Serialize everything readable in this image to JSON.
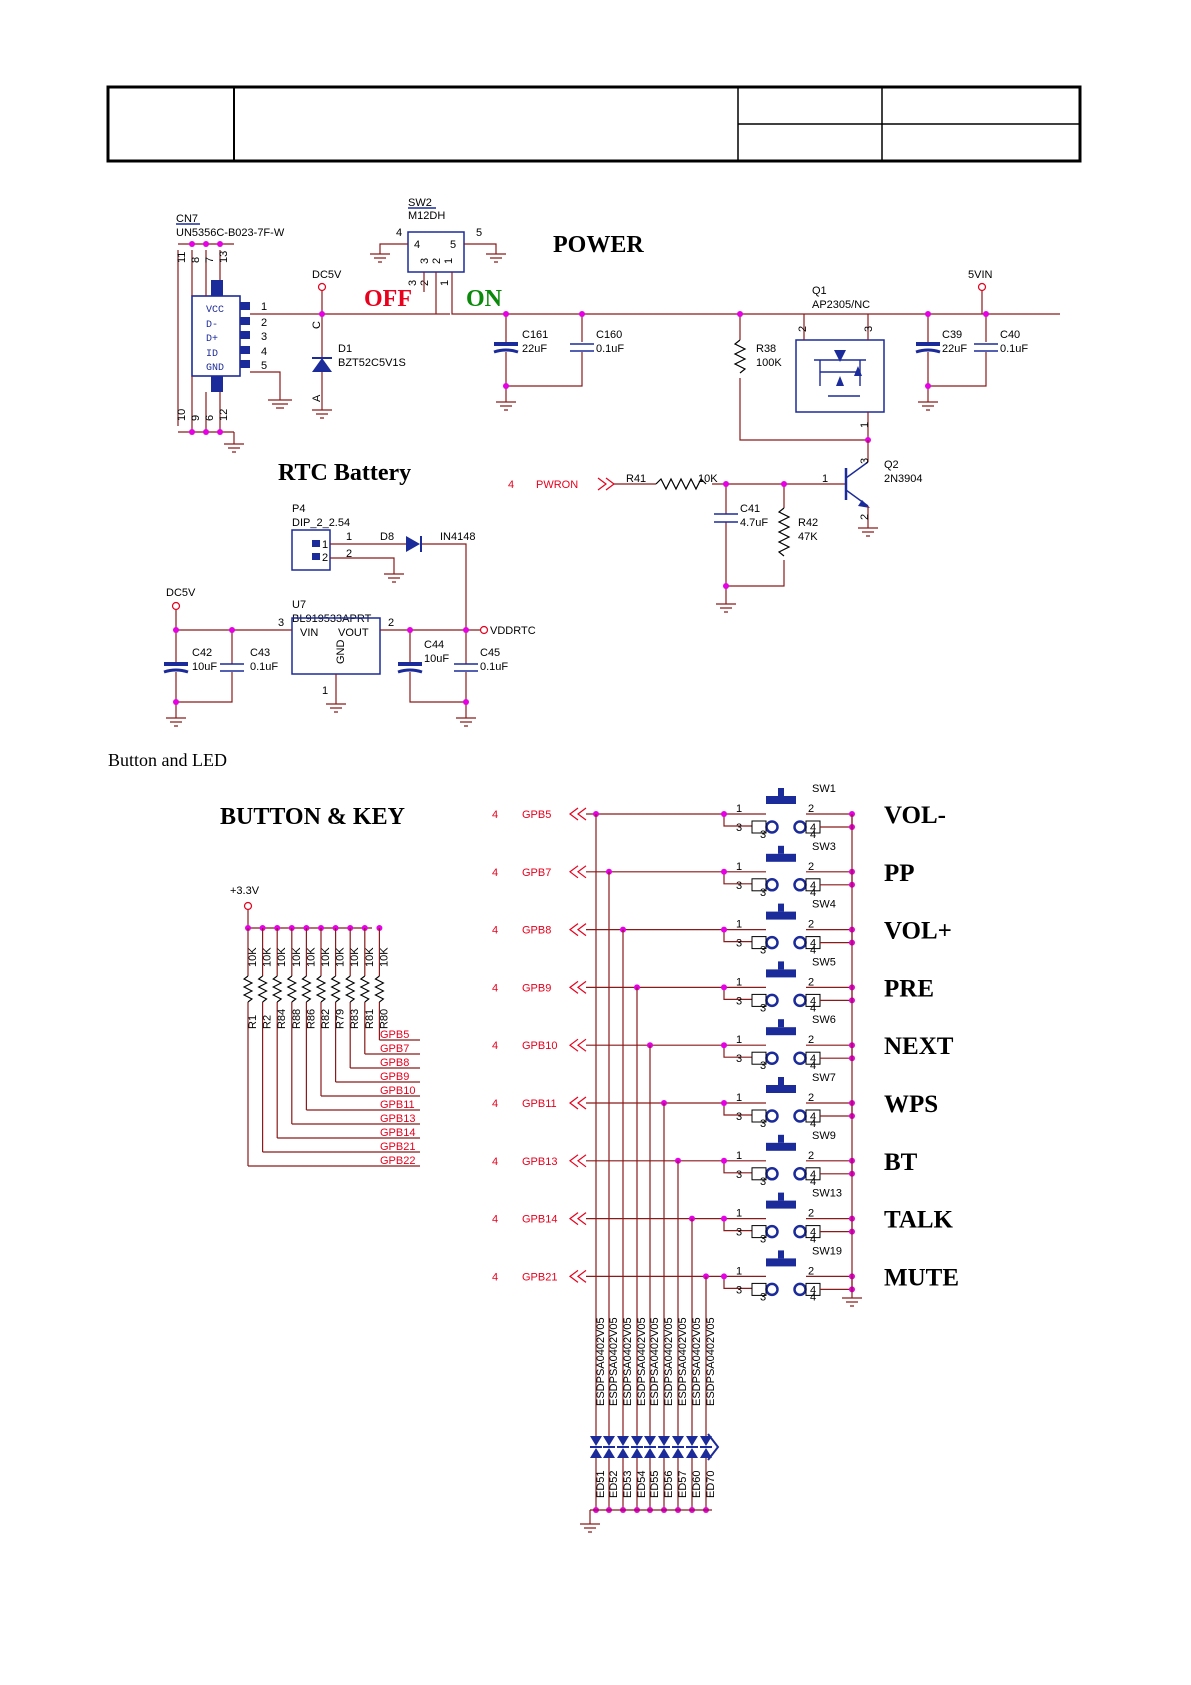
{
  "header_box": {
    "cells": [
      "",
      "",
      "",
      "",
      "",
      ""
    ]
  },
  "power": {
    "title": "POWER",
    "off_label": "OFF",
    "on_label": "ON",
    "cn7": {
      "ref": "CN7",
      "part": "UN5356C-B023-7F-W",
      "pins_top": [
        "11",
        "8",
        "7",
        "13"
      ],
      "pins_bottom": [
        "10",
        "9",
        "6",
        "12"
      ],
      "pin_labels": [
        "VCC",
        "D-",
        "D+",
        "ID",
        "GND"
      ],
      "pin_nums": [
        "1",
        "2",
        "3",
        "4",
        "5"
      ]
    },
    "sw2": {
      "ref": "SW2",
      "part": "M12DH",
      "pins": [
        "4",
        "5",
        "4",
        "5",
        "3",
        "2",
        "1",
        "3",
        "2",
        "1"
      ]
    },
    "dc5v": "DC5V",
    "d1": {
      "ref": "D1",
      "part": "BZT52C5V1S",
      "c": "C",
      "a": "A"
    },
    "c161": {
      "ref": "C161",
      "val": "22uF"
    },
    "c160": {
      "ref": "C160",
      "val": "0.1uF"
    },
    "r38": {
      "ref": "R38",
      "val": "100K"
    },
    "q1": {
      "ref": "Q1",
      "part": "AP2305/NC",
      "pins": [
        "2",
        "3",
        "1"
      ]
    },
    "vin5": "5VIN",
    "c39": {
      "ref": "C39",
      "val": "22uF"
    },
    "c40": {
      "ref": "C40",
      "val": "0.1uF"
    },
    "pwron": {
      "num": "4",
      "net": "PWRON"
    },
    "r41": {
      "ref": "R41",
      "val": "10K"
    },
    "q2": {
      "ref": "Q2",
      "part": "2N3904",
      "pins": [
        "3",
        "1",
        "2"
      ]
    },
    "c41": {
      "ref": "C41",
      "val": "4.7uF"
    },
    "r42": {
      "ref": "R42",
      "val": "47K"
    }
  },
  "rtc": {
    "title": "RTC Battery",
    "p4": {
      "ref": "P4",
      "part": "DIP_2_2.54",
      "pins": [
        "1",
        "2",
        "1",
        "2"
      ]
    },
    "d8": {
      "ref": "D8",
      "part": "IN4148"
    },
    "dc5v": "DC5V",
    "u7": {
      "ref": "U7",
      "part": "BL919533APRT",
      "vin": "VIN",
      "vout": "VOUT",
      "gnd": "GND",
      "pins": [
        "3",
        "2",
        "1"
      ]
    },
    "vddrtc": "VDDRTC",
    "c42": {
      "ref": "C42",
      "val": "10uF"
    },
    "c43": {
      "ref": "C43",
      "val": "0.1uF"
    },
    "c44": {
      "ref": "C44",
      "val": "10uF"
    },
    "c45": {
      "ref": "C45",
      "val": "0.1uF"
    }
  },
  "section_label": "Button and LED",
  "buttons": {
    "title": "BUTTON & KEY",
    "supply": "+3.3V",
    "resistor_val": "10K",
    "resistors": [
      "R1",
      "R2",
      "R84",
      "R88",
      "R86",
      "R82",
      "R79",
      "R83",
      "R81",
      "R80"
    ],
    "pullup_nets": [
      "GPB5",
      "GPB7",
      "GPB8",
      "GPB9",
      "GPB10",
      "GPB11",
      "GPB13",
      "GPB14",
      "GPB21",
      "GPB22"
    ],
    "pin_num": "4",
    "keys": [
      {
        "net": "GPB5",
        "sw": "SW1",
        "label": "VOL-"
      },
      {
        "net": "GPB7",
        "sw": "SW3",
        "label": "PP"
      },
      {
        "net": "GPB8",
        "sw": "SW4",
        "label": "VOL+"
      },
      {
        "net": "GPB9",
        "sw": "SW5",
        "label": "PRE"
      },
      {
        "net": "GPB10",
        "sw": "SW6",
        "label": "NEXT"
      },
      {
        "net": "GPB11",
        "sw": "SW7",
        "label": "WPS"
      },
      {
        "net": "GPB13",
        "sw": "SW9",
        "label": "BT"
      },
      {
        "net": "GPB14",
        "sw": "SW13",
        "label": "TALK"
      },
      {
        "net": "GPB21",
        "sw": "SW19",
        "label": "MUTE"
      }
    ],
    "sw_pins": [
      "1",
      "2",
      "3",
      "4",
      "3",
      "4"
    ],
    "esd_part": "ESDPSA0402V05",
    "esd_refs": [
      "ED51",
      "ED52",
      "ED53",
      "ED54",
      "ED55",
      "ED56",
      "ED57",
      "ED60",
      "ED70"
    ]
  },
  "colors": {
    "wire": "#8b1a1a",
    "component": "#1c2b9a",
    "label": "#e8001c",
    "junction": "#e600e6"
  }
}
